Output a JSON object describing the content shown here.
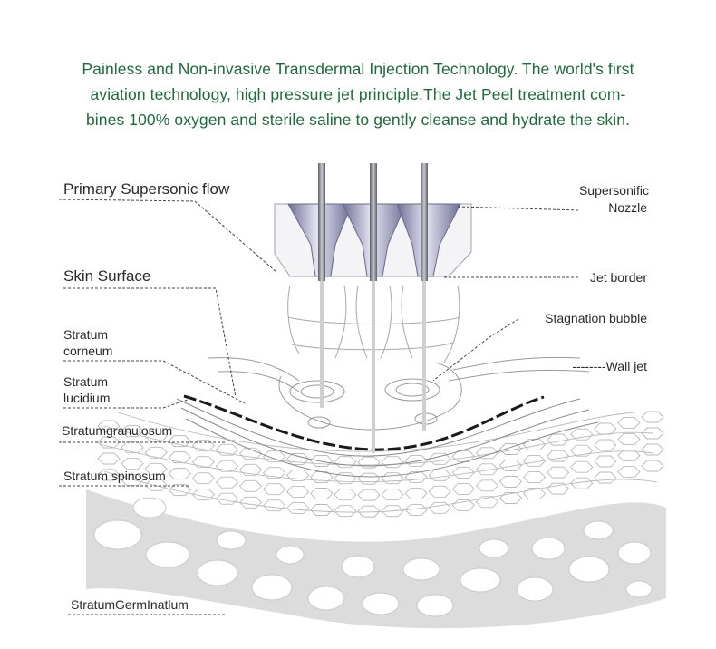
{
  "intro": {
    "lines": [
      "Painless and Non-invasive Transdermal Injection Technology. The world's first",
      "aviation technology, high pressure jet principle.The Jet Peel treatment com-",
      "bines 100% oxygen and sterile saline to gently cleanse and hydrate the skin."
    ],
    "color": "#1f6a3c"
  },
  "labels": {
    "primary_flow": "Primary  Supersonic  flow",
    "nozzle_1": "Supersonific",
    "nozzle_2": "Nozzle",
    "skin_surface": "Skin  Surface",
    "jet_border": "Jet border",
    "stagnation": "Stagnation bubble",
    "wall_jet": "--------Wall jet",
    "corneum_1": "Stratum",
    "corneum_2": "corneum",
    "lucidium_1": "Stratum",
    "lucidium_2": "lucidium",
    "granulosum": "Stratumgranulosum",
    "spinosum": "Stratum spinosum",
    "germ": "StratumGermInatlum"
  },
  "colors": {
    "nozzle": "#8f8fb0",
    "needle": "#7f7f88",
    "layer_fill": "#d9d9d9",
    "text": "#2a2a2a"
  }
}
